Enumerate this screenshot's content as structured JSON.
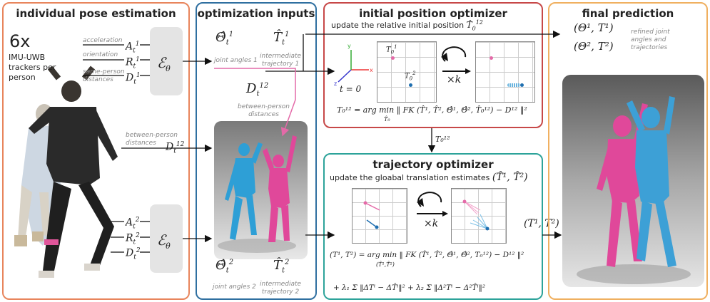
{
  "colors": {
    "panel1": "#e8855c",
    "panel2": "#2f6fa0",
    "panel3": "#c74848",
    "panel4": "#2da39a",
    "panel5": "#f0b060",
    "pink": "#e46aa8",
    "blue": "#1f6fb0"
  },
  "panel1": {
    "title": "individual pose estimation",
    "count": "6x",
    "desc_lines": [
      "IMU-UWB",
      "trackers per",
      "person"
    ],
    "labels": [
      "acceleration",
      "orientation",
      "same-person",
      "distances"
    ],
    "sym1": [
      "A",
      "R",
      "D"
    ],
    "between_label": [
      "between-person",
      "distances"
    ],
    "encoder": "ℰ",
    "encoder_sub": "θ"
  },
  "panel2": {
    "title": "optimization inputs",
    "theta1": "Θ̂",
    "theta1_sub": "t",
    "theta1_sup": "1",
    "traj1": "T̂",
    "ja1": "joint angles 1",
    "it1": [
      "intermediate",
      "trajectory 1"
    ],
    "d12": "D",
    "d12_sub": "t",
    "d12_sup": "12",
    "between": [
      "between-person",
      "distances"
    ],
    "ja2": "joint angles 2",
    "it2": [
      "intermediate",
      "trajectory 2"
    ]
  },
  "panel3": {
    "title": "initial position optimizer",
    "subtitle": "update the relative initial position",
    "t0": "t = 0",
    "times_k": "×k",
    "formula": "T₀¹² = arg min ‖ FK (T̂¹, T̂², Θ̂¹, Θ̂², T̂₀¹²) − D¹² ‖²",
    "argmin_sub": "T̂₀"
  },
  "arrow_label": "T₀¹²",
  "panel4": {
    "title": "trajectory optimizer",
    "subtitle": "update the gloabal translation estimates",
    "subtitle_sym": "(T̂¹, T̂²)",
    "times_k": "×k",
    "formula1": "(T¹, T²) = arg min ‖ FK (T̂¹, T̂², Θ̂¹, Θ̂², T₀¹²) − D¹² ‖²",
    "formula1_sub": "(T̂¹,T̂²)",
    "formula2": "+ λ₁ Σ ‖ΔTⁱ − ΔT̂ⁱ‖² + λ₂ Σ ‖Δ²Tⁱ − Δ²T̂ⁱ‖²",
    "out": "(T¹, T²)"
  },
  "panel5": {
    "title": "final prediction",
    "line1": "(Θ¹, T¹)",
    "line2": "(Θ², T²)",
    "refined": [
      "refined joint",
      "angles and",
      "trajectories"
    ]
  }
}
